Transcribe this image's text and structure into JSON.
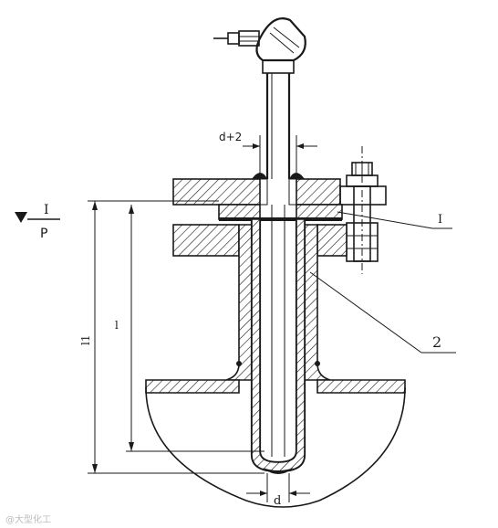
{
  "labels": {
    "d_plus_2": "d+2",
    "callout_1": "I",
    "callout_2": "2",
    "length_total": "l1",
    "length_insert": "l",
    "diameter": "d",
    "weld_symbol_top": "I",
    "weld_symbol_bottom": "P"
  },
  "watermark": "@大型化工"
}
